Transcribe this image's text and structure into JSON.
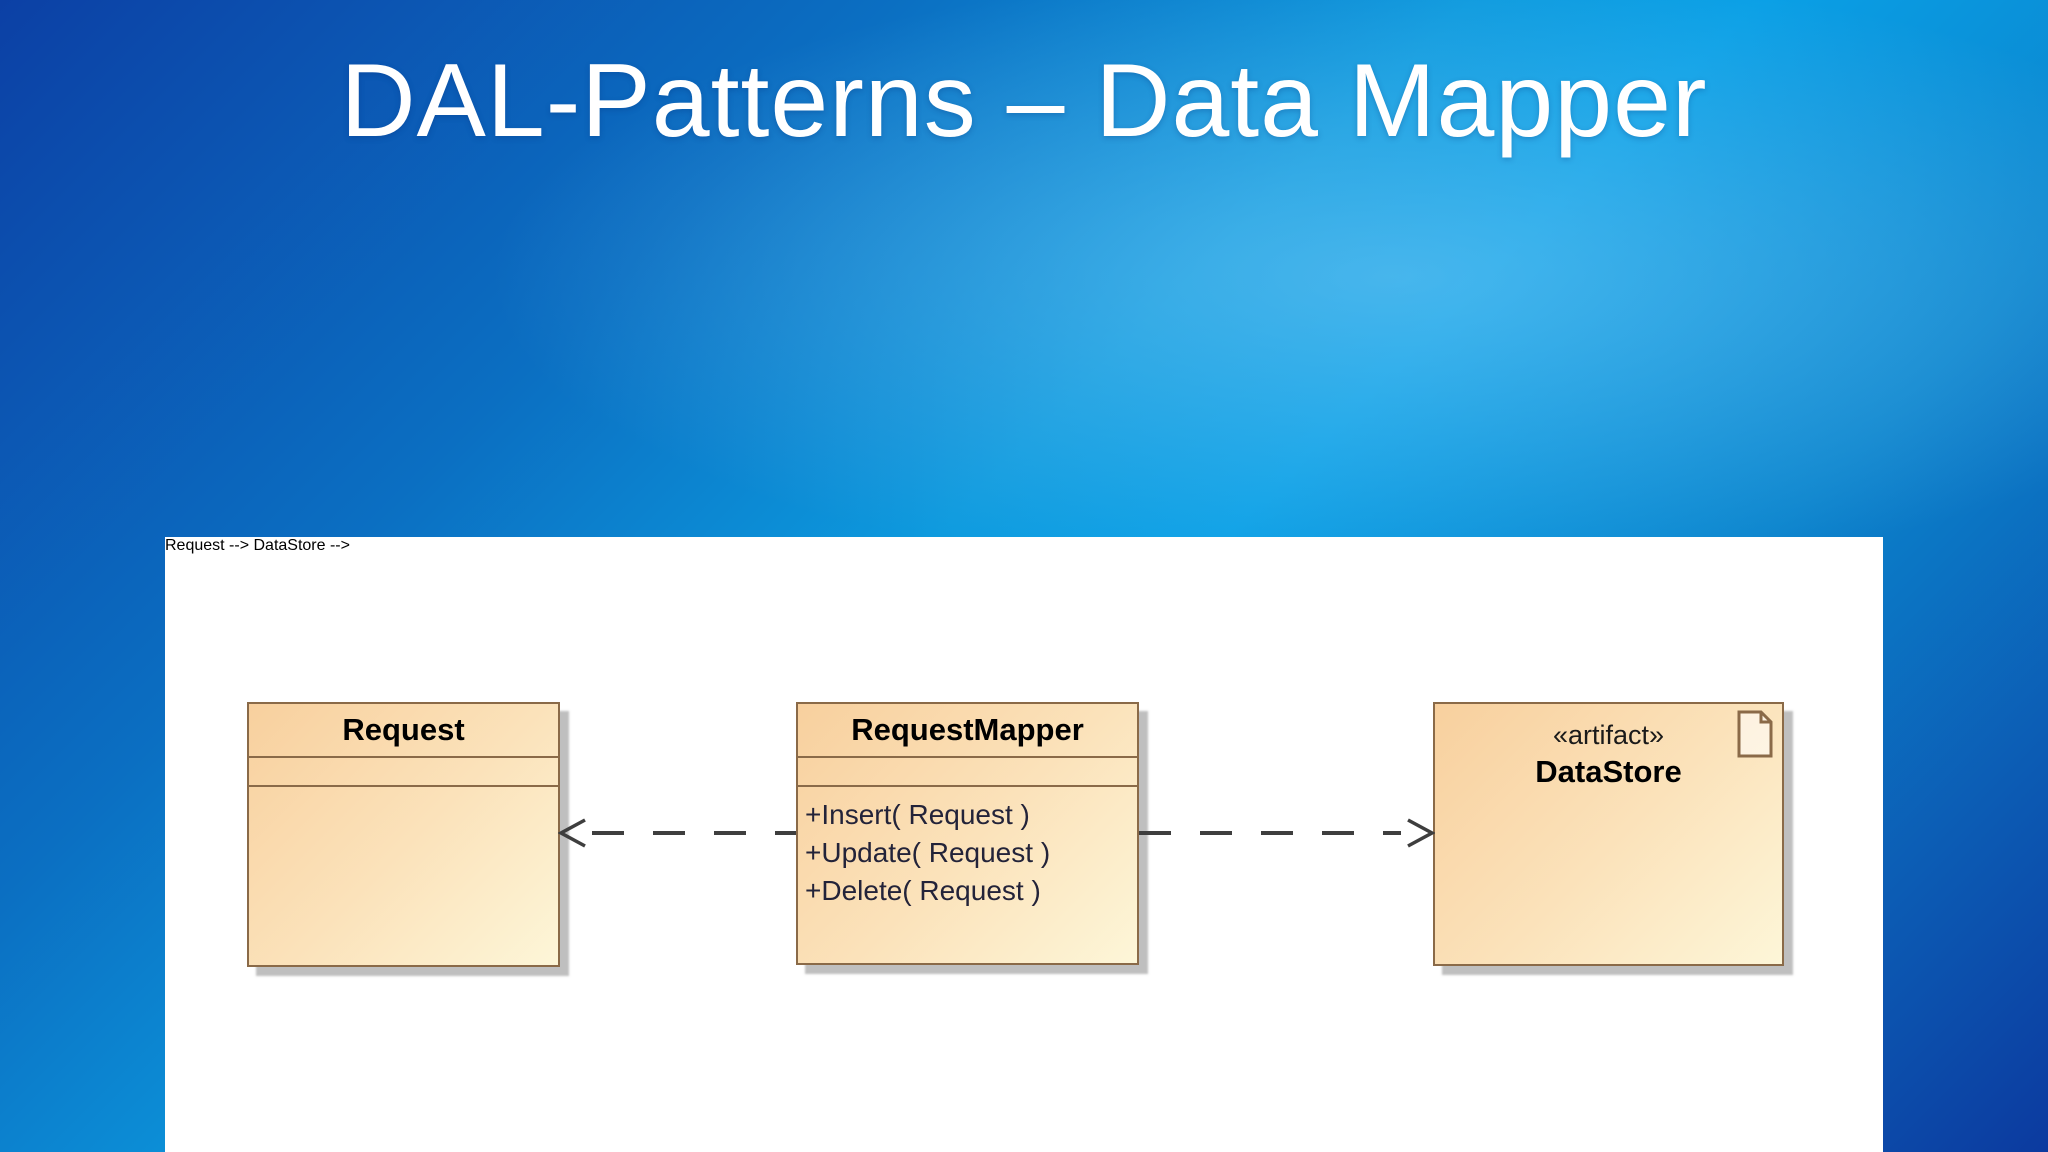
{
  "slide": {
    "title": "DAL-Patterns – Data Mapper"
  },
  "diagram": {
    "type": "uml-class-diagram",
    "classes": [
      {
        "name": "Request",
        "stereotype": "",
        "attributes": [],
        "operations": []
      },
      {
        "name": "RequestMapper",
        "stereotype": "",
        "attributes": [],
        "operations": [
          "+Insert( Request )",
          "+Update( Request )",
          "+Delete( Request )"
        ]
      },
      {
        "name": "DataStore",
        "stereotype": "«artifact»",
        "icon": "document-icon",
        "attributes": [],
        "operations": []
      }
    ],
    "connectors": [
      {
        "from": "RequestMapper",
        "to": "Request",
        "line": "dashed",
        "arrowhead": "open"
      },
      {
        "from": "RequestMapper",
        "to": "DataStore",
        "line": "dashed",
        "arrowhead": "open"
      }
    ]
  },
  "palette": {
    "bg_dark_blue": "#0c40a5",
    "bg_azure": "#0aa0e6",
    "bg_bottom_right": "#0c3a9f",
    "panel_white": "#ffffff",
    "box_fill_top": "#f8d09e",
    "box_fill_bottom": "#fdf6d8",
    "box_border": "#8a6a48",
    "box_shadow_gray": "#a9a9a9",
    "connector_gray": "#3e3e3e",
    "title_text": "#ffffff",
    "class_name_text": "#000000",
    "operation_text": "#232339"
  }
}
